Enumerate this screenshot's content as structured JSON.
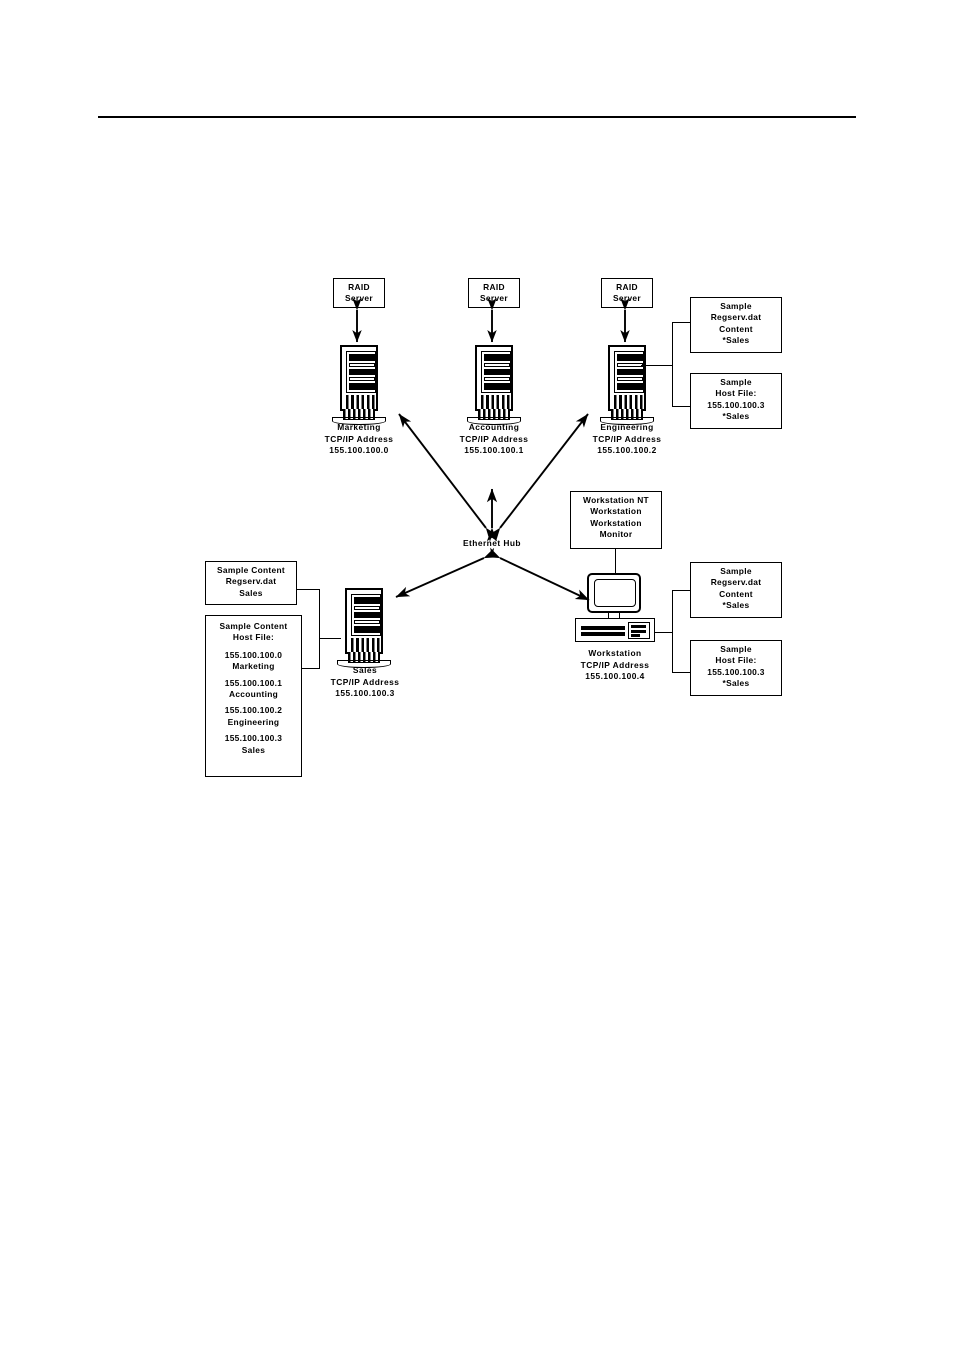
{
  "page": {
    "background": "#ffffff",
    "ink": "#000000"
  },
  "diagram": {
    "type": "network-topology",
    "hub": {
      "label": "Ethernet Hub"
    },
    "raid_servers": [
      {
        "line1": "RAID",
        "line2": "Server"
      },
      {
        "line1": "RAID",
        "line2": "Server"
      },
      {
        "line1": "RAID",
        "line2": "Server"
      }
    ],
    "servers": [
      {
        "name": "Marketing",
        "address_label": "TCP/IP Address",
        "address": "155.100.100.0"
      },
      {
        "name": "Accounting",
        "address_label": "TCP/IP Address",
        "address": "155.100.100.1"
      },
      {
        "name": "Engineering",
        "address_label": "TCP/IP Address",
        "address": "155.100.100.2"
      }
    ],
    "sales_server": {
      "name": "Sales",
      "address_label": "TCP/IP Address",
      "address": "155.100.100.3"
    },
    "workstation": {
      "name": "Workstation",
      "address_label": "TCP/IP Address",
      "address": "155.100.100.4"
    },
    "workstation_nt_box": {
      "line1": "Workstation NT",
      "line2": "Workstation",
      "line3": "Workstation",
      "line4": "Monitor"
    },
    "engineering_regserv_box": {
      "line1": "Sample",
      "line2": "Regserv.dat",
      "line3": "Content",
      "line4": "*Sales"
    },
    "engineering_hosts_box": {
      "line1": "Sample",
      "line2": "Host File:",
      "line3": "155.100.100.3",
      "line4": "*Sales"
    },
    "workstation_regserv_box": {
      "line1": "Sample",
      "line2": "Regserv.dat",
      "line3": "Content",
      "line4": "*Sales"
    },
    "workstation_hosts_box": {
      "line1": "Sample",
      "line2": "Host File:",
      "line3": "155.100.100.3",
      "line4": "*Sales"
    },
    "sales_regserv_box": {
      "line1": "Sample Content",
      "line2": "Regserv.dat",
      "line3": "Sales"
    },
    "sales_hosts_box": {
      "title1": "Sample Content",
      "title2": "Host File:",
      "entries": [
        {
          "address": "155.100.100.0",
          "name": "Marketing"
        },
        {
          "address": "155.100.100.1",
          "name": "Accounting"
        },
        {
          "address": "155.100.100.2",
          "name": "Engineering"
        },
        {
          "address": "155.100.100.3",
          "name": "Sales"
        }
      ]
    }
  }
}
